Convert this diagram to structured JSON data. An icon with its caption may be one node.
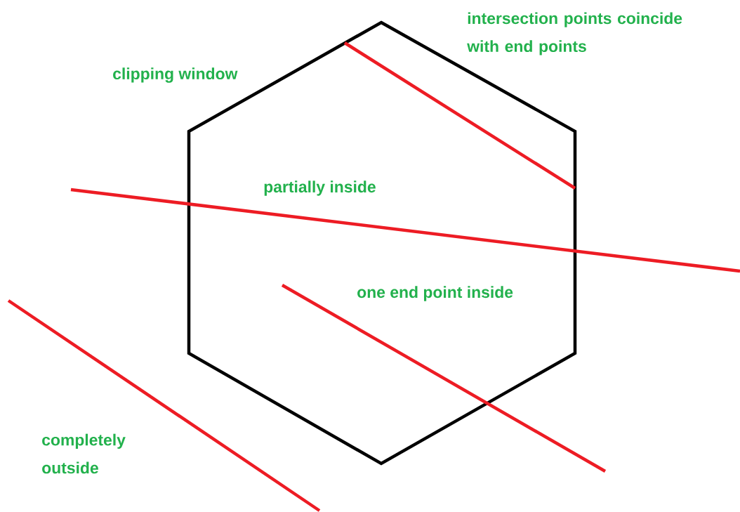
{
  "diagram": {
    "labels": [
      "intersection points coincide with end points",
      "clipping window",
      "partially inside",
      "one end point inside",
      "completely outside"
    ]
  }
}
